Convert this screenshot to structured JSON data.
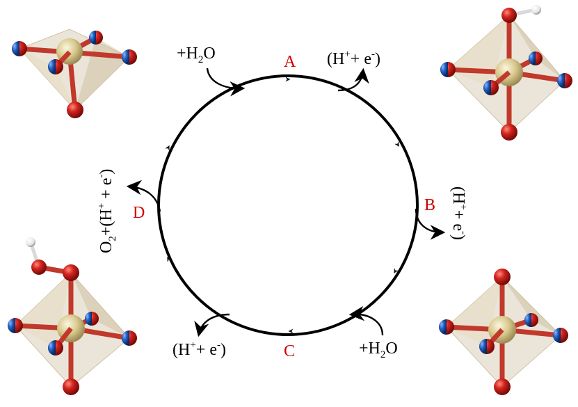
{
  "steps": {
    "a": "A",
    "b": "B",
    "c": "C",
    "d": "D"
  },
  "reactions": {
    "top_in": {
      "pre": "+H",
      "sub": "2",
      "post": "O"
    },
    "top_out": {
      "p1": "(H",
      "sup": "+",
      "p2": "+ e",
      "sup2": "-",
      "p3": ")"
    },
    "right_out": {
      "p1": "(H",
      "sup": "+",
      "p2": "+ e",
      "sup2": "-",
      "p3": ")"
    },
    "bottom_in": {
      "pre": "+H",
      "sub": "2",
      "post": "O"
    },
    "bottom_out": {
      "p1": "(H",
      "sup": "+",
      "p2": "+ e",
      "sup2": "-",
      "p3": ")"
    },
    "left_out": {
      "p0": "O",
      "sub": "2",
      "p1": "+(H",
      "sup": "+",
      "p2": " + e",
      "sup2": "-",
      "p3": ")"
    }
  },
  "colors": {
    "step_label": "#d10000",
    "cycle": "#000000",
    "bond": "#c0392b",
    "oxygen": "#c8201d",
    "metal": "#d8c98e",
    "hydrogen": "#f2f2f2",
    "polyhedron": "#d9cfb8",
    "blue_cap": "#1f5fbf"
  },
  "structures": [
    {
      "name": "metal-oxo-square-pyramid"
    },
    {
      "name": "metal-hydroxo-octahedron"
    },
    {
      "name": "metal-oxo-octahedron"
    },
    {
      "name": "metal-hydroperoxo-octahedron"
    }
  ]
}
